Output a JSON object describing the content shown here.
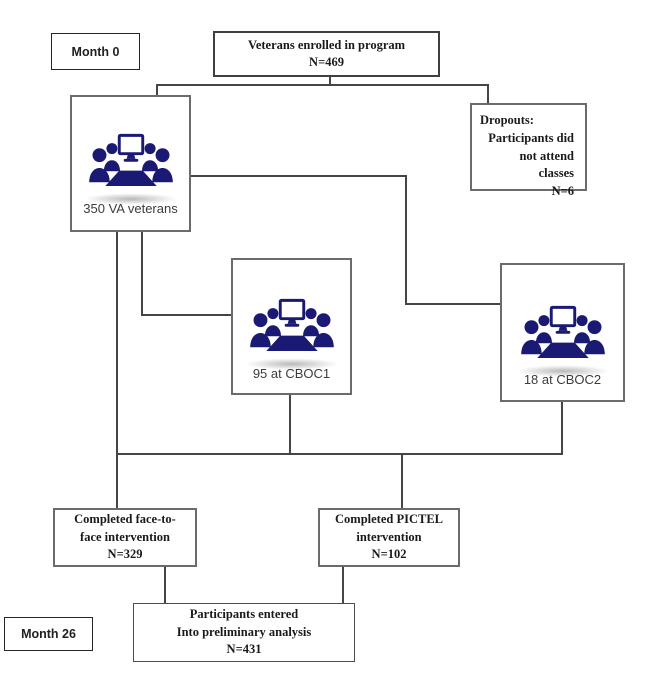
{
  "colors": {
    "icon_navy": "#1a1a75",
    "line": "#454545",
    "border_gray": "#6b6b6b"
  },
  "timeline": {
    "month0": "Month 0",
    "month26": "Month 26"
  },
  "nodes": {
    "enrolled": {
      "line1": "Veterans enrolled in program",
      "line2": "N=469"
    },
    "dropouts": {
      "title": "Dropouts:",
      "lines": [
        "Participants did",
        "not attend",
        "classes",
        "N=6"
      ]
    },
    "va_veterans": {
      "label": "350 VA veterans"
    },
    "cboc1": {
      "label": "95 at CBOC1"
    },
    "cboc2": {
      "label": "18 at CBOC2"
    },
    "face_to_face": {
      "line1": "Completed face-to-",
      "line2": "face intervention",
      "line3": "N=329"
    },
    "pictel": {
      "line1": "Completed PICTEL",
      "line2": "intervention",
      "line3": "N=102"
    },
    "analysis": {
      "line1": "Participants entered",
      "line2": "Into preliminary analysis",
      "line3": "N=431"
    }
  },
  "icons": {
    "group_video_conference": "video-conference-group-icon"
  }
}
